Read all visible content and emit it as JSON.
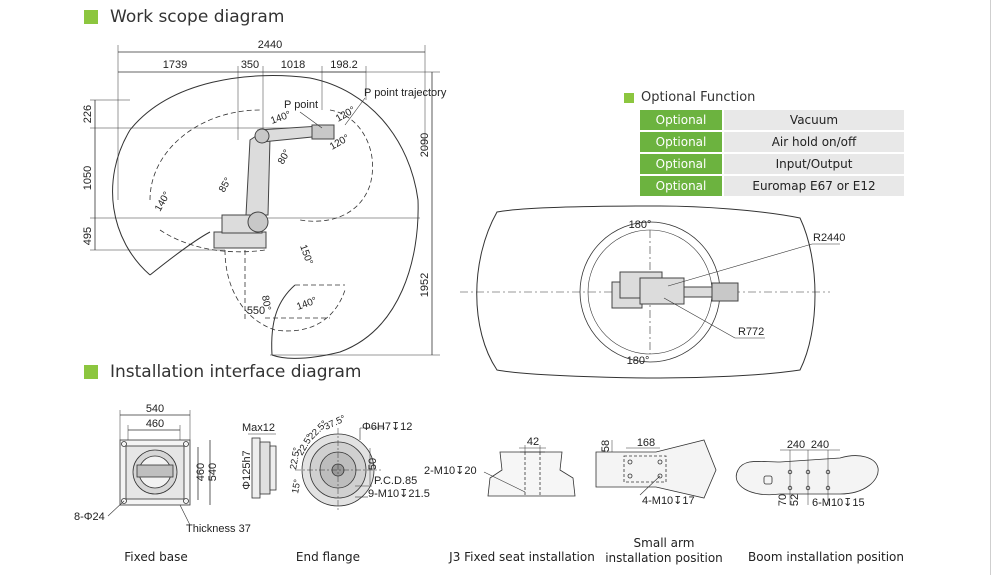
{
  "sections": {
    "work_scope_title": "Work scope diagram",
    "install_title": "Installation interface diagram"
  },
  "work_scope": {
    "dims_top": [
      "2440",
      "1739",
      "350",
      "1018",
      "198.2"
    ],
    "dims_left": [
      "226",
      "1050",
      "495"
    ],
    "dims_right": [
      "2090",
      "1952"
    ],
    "dim_bottom": "550",
    "angles": [
      "140°",
      "120°",
      "120°",
      "80°",
      "85°",
      "140°",
      "150°",
      "80°",
      "140°"
    ],
    "labels": {
      "p_point": "P point",
      "p_traj": "P point trajectory"
    }
  },
  "top_view": {
    "top_angle": "180°",
    "bottom_angle": "180°",
    "r_outer": "R2440",
    "r_inner": "R772"
  },
  "optional": {
    "title": "Optional Function",
    "rows": [
      {
        "k": "Optional",
        "v": "Vacuum"
      },
      {
        "k": "Optional",
        "v": "Air hold on/off"
      },
      {
        "k": "Optional",
        "v": "Input/Output"
      },
      {
        "k": "Optional",
        "v": "Euromap E67 or E12"
      }
    ]
  },
  "install": {
    "fixed_base": {
      "w1": "540",
      "w2": "460",
      "h1": "540",
      "h2": "460",
      "holes": "8-Φ24",
      "thick": "Thickness 37"
    },
    "end_flange": {
      "max": "Max12",
      "dia": "Φ125h7",
      "a1": "22.5°",
      "a2": "22.5°",
      "a3": "37.5°",
      "a4": "22.5°",
      "a5": "15°",
      "pin": "Φ6H7↧12",
      "d50": "50",
      "pcd": "P.C.D.85",
      "holes": "9-M10↧21.5"
    },
    "j3": {
      "w": "42",
      "holes": "2-M10↧20"
    },
    "small_arm": {
      "h": "58",
      "w": "168",
      "holes": "4-M10↧17"
    },
    "boom": {
      "w1": "240",
      "w2": "240",
      "h1": "70",
      "h2": "52",
      "holes": "6-M10↧15"
    }
  },
  "captions": {
    "fixed_base": "Fixed base",
    "end_flange": "End flange",
    "j3": "J3 Fixed seat installation",
    "small_arm_1": "Small arm",
    "small_arm_2": "installation position",
    "boom": "Boom installation position"
  },
  "colors": {
    "accent": "#8cc63f",
    "optional_cell": "#6cb33f",
    "value_cell": "#e8e8e8"
  }
}
